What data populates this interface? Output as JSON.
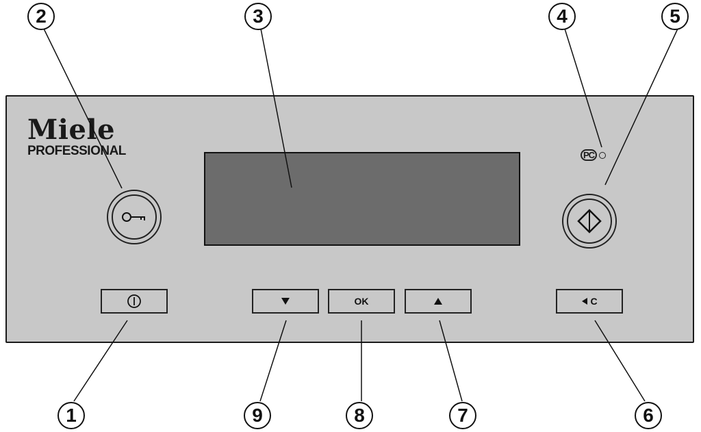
{
  "brand": {
    "name": "Miele",
    "subtitle": "PROFESSIONAL"
  },
  "indicator": {
    "label": "PC"
  },
  "buttons": {
    "ok_label": "OK",
    "down_icon": "triangle-down-icon",
    "up_icon": "triangle-up-icon",
    "back_label": "C",
    "back_icon": "back-arrow-icon",
    "power_icon": "power-icon",
    "key_icon": "key-icon",
    "start_icon": "start-diamond-icon"
  },
  "callouts": [
    "1",
    "2",
    "3",
    "4",
    "5",
    "6",
    "7",
    "8",
    "9"
  ]
}
